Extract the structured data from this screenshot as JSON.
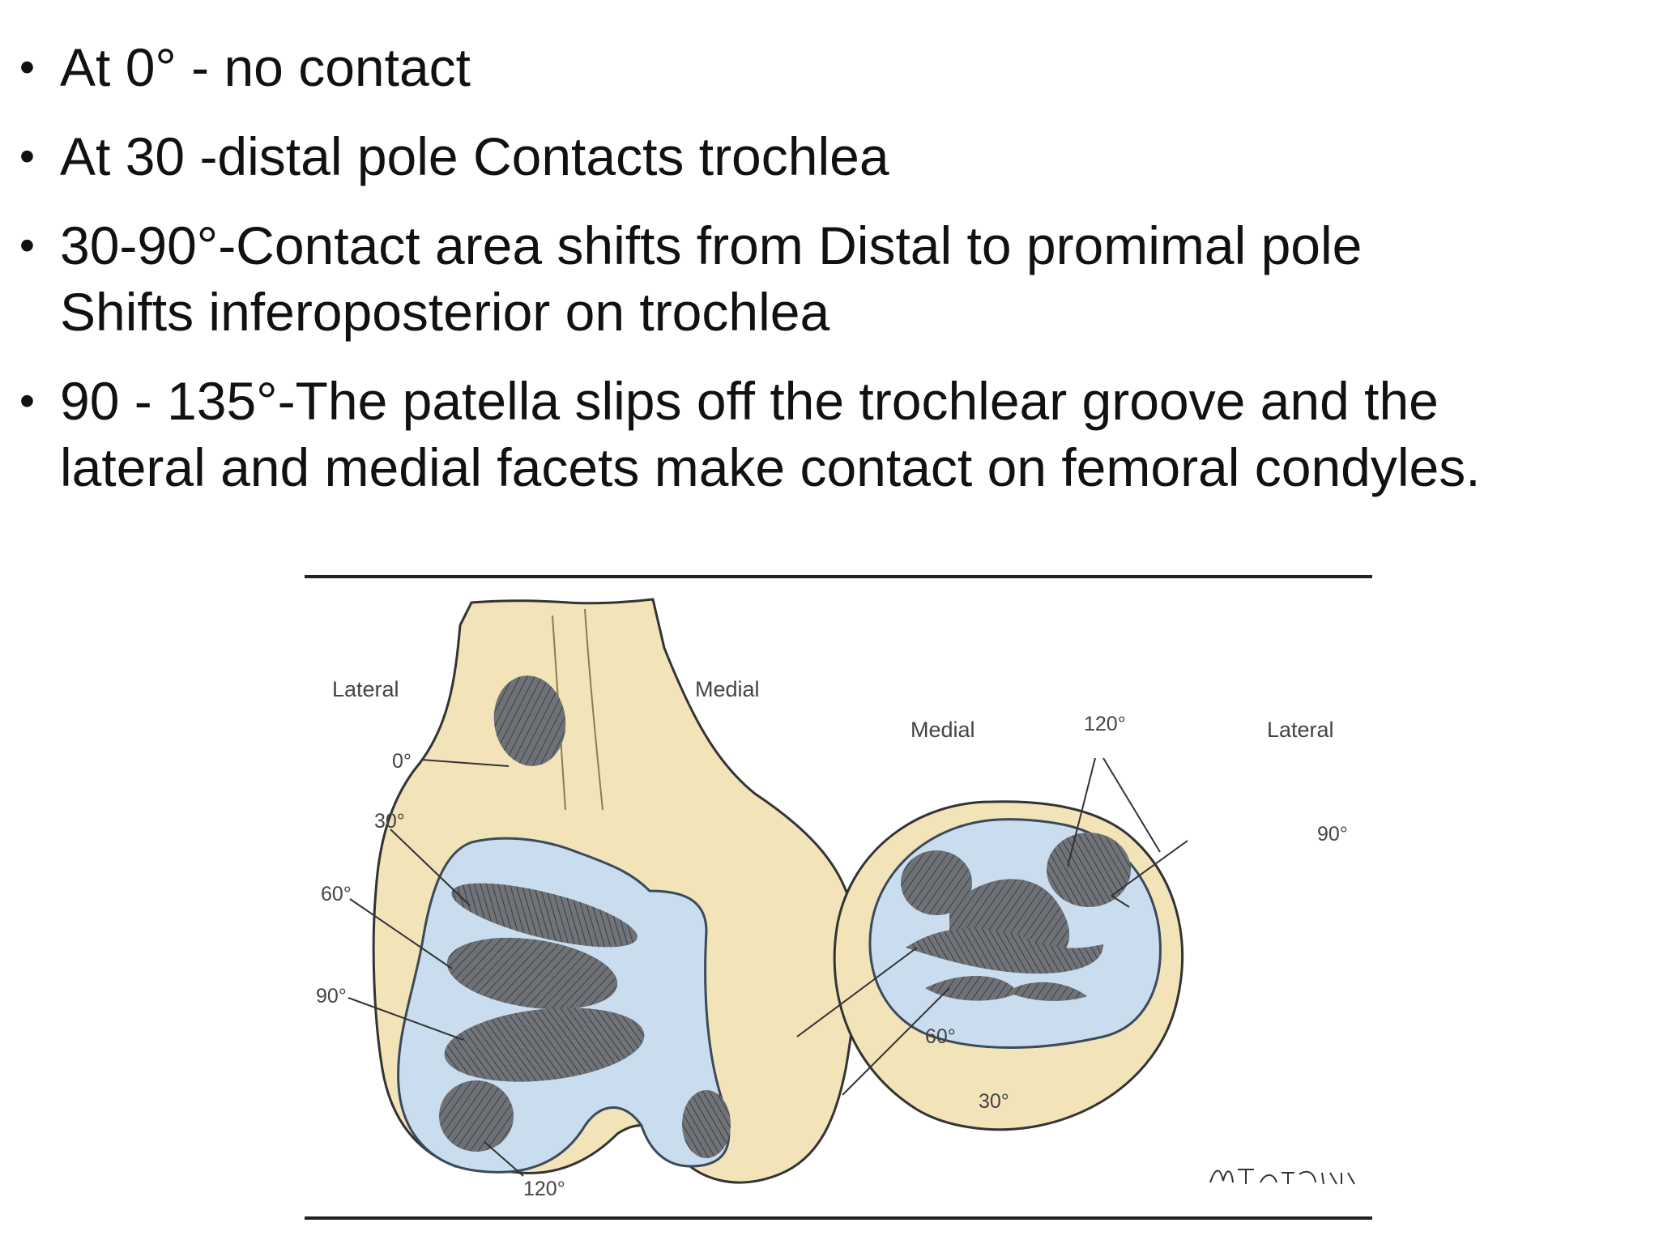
{
  "bullets": [
    {
      "lines": [
        "At 0° - no contact"
      ]
    },
    {
      "lines": [
        "At 30 -distal pole Contacts trochlea"
      ]
    },
    {
      "lines": [
        "30-90°-Contact area shifts from Distal to promimal pole",
        "Shifts inferoposterior on trochlea"
      ]
    },
    {
      "lines": [
        "90 - 135°-The patella slips off the trochlear groove and the",
        "lateral and medial facets make contact on femoral condyles."
      ]
    }
  ],
  "bullet_symbol": "•",
  "figure": {
    "femur": {
      "lateral_label": "Lateral",
      "medial_label": "Medial",
      "angles": [
        "0°",
        "30°",
        "60°",
        "90°",
        "120°"
      ]
    },
    "patella": {
      "medial_label": "Medial",
      "lateral_label": "Lateral",
      "angles": [
        "120°",
        "90°",
        "60°",
        "30°"
      ]
    },
    "signature": "WmThackeray"
  },
  "colors": {
    "text": "#111111",
    "bone": "#f2e3b8",
    "cartilage": "#c9ddef",
    "contact": "#6e7176"
  }
}
